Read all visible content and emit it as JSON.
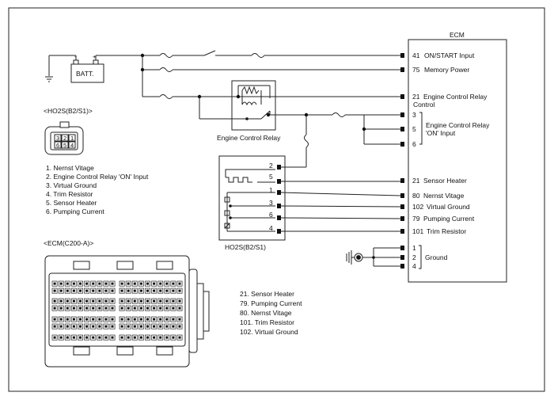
{
  "battery": {
    "label": "BATT.",
    "terminal_neg": "-",
    "terminal_pos": "+"
  },
  "ecm": {
    "title": "ECM",
    "pins": [
      {
        "pin": "41",
        "label": "ON/START Input"
      },
      {
        "pin": "75",
        "label": "Memory Power"
      },
      {
        "pin": "21",
        "label": "Engine Control Relay",
        "label2": "Control"
      },
      {
        "pin": "3",
        "label": ""
      },
      {
        "pin": "5",
        "label": ""
      },
      {
        "pin": "6",
        "label": ""
      },
      {
        "pin": "21",
        "label": "Sensor Heater"
      },
      {
        "pin": "80",
        "label": "Nernst Vitage"
      },
      {
        "pin": "102",
        "label": "Virtual Ground"
      },
      {
        "pin": "79",
        "label": "Pumping Current"
      },
      {
        "pin": "101",
        "label": "Trim Resistor"
      },
      {
        "pin": "1",
        "label": ""
      },
      {
        "pin": "2",
        "label": ""
      },
      {
        "pin": "4",
        "label": ""
      }
    ],
    "relay_input_label": "Engine Control Relay",
    "relay_input_label2": "'ON' Input",
    "ground_label": "Ground"
  },
  "relay": {
    "label": "Engine Control Relay"
  },
  "ho2s_sensor": {
    "label": "HO2S(B2/S1)",
    "pins": [
      "2",
      "5",
      "1",
      "3",
      "6",
      "4"
    ]
  },
  "ho2s_connector": {
    "title": "<HO2S(B2/S1)>",
    "top_row": [
      "3",
      "2",
      "1"
    ],
    "bottom_row": [
      "6",
      "5",
      "4"
    ],
    "legend": [
      "1. Nernst Vitage",
      "2. Engine Control Relay 'ON' Input",
      "3. Virtual Ground",
      "4. Trim Resistor",
      "5. Sensor Heater",
      "6. Pumping Current"
    ]
  },
  "ecm_connector": {
    "title": "<ECM(C200-A)>",
    "legend": [
      "21. Sensor Heater",
      "79. Pumping Current",
      "80. Nernst Vitage",
      "101. Trim Resistor",
      "102. Virtual Ground"
    ]
  }
}
